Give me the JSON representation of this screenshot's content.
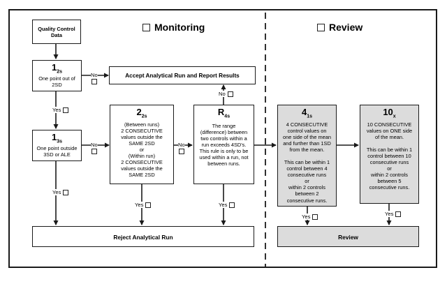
{
  "headings": {
    "monitoring": "Monitoring",
    "review": "Review"
  },
  "boxes": {
    "qc_data": {
      "line1": "Quality Control",
      "line2": "Data"
    },
    "rule_12s": {
      "base": "1",
      "sub": "2s",
      "lines": [
        "One point out of",
        "2SD"
      ]
    },
    "accept": {
      "text": "Accept Analytical Run and Report Results"
    },
    "rule_13s": {
      "base": "1",
      "sub": "3s",
      "lines": [
        "One point outside",
        "3SD or ALE"
      ]
    },
    "rule_22s": {
      "base": "2",
      "sub": "2s",
      "lines": [
        "(Between runs)",
        "2 CONSECUTIVE",
        "values outside the",
        "SAME 2SD",
        "or",
        "(Within run)",
        "2 CONSECUTIVE",
        "values outside the",
        "SAME 2SD"
      ]
    },
    "rule_r4s": {
      "base": "R",
      "sub": "4s",
      "lines": [
        "The range",
        "(difference) between",
        "two controls within a",
        "run exceeds 4SD's.",
        "This rule is only to be",
        "used within a run, not",
        "between runs."
      ]
    },
    "rule_41s": {
      "base": "4",
      "sub": "1s",
      "lines": [
        "4 CONSECUTIVE",
        "control values on",
        "one side of the mean",
        "and further than 1SD",
        "from the mean.",
        "",
        "This can be within 1",
        "control between 4",
        "consecutive runs",
        "or",
        "within 2 controls",
        "between 2",
        "consecutive runs."
      ]
    },
    "rule_10x": {
      "base": "10",
      "sub": "x",
      "lines": [
        "10 CONSECUTIVE",
        "values on ONE side",
        "of the mean.",
        "",
        "This can be within 1",
        "control between 10",
        "consecutive runs",
        "or",
        "within 2 controls",
        "between 5",
        "consecutive runs."
      ]
    },
    "reject": {
      "text": "Reject Analytical Run"
    },
    "review_box": {
      "text": "Review"
    }
  },
  "labels": {
    "no": "No",
    "yes": "Yes"
  },
  "colors": {
    "line": "#1a1a1a",
    "gray_box": "#dcdcdc",
    "background": "#ffffff"
  }
}
